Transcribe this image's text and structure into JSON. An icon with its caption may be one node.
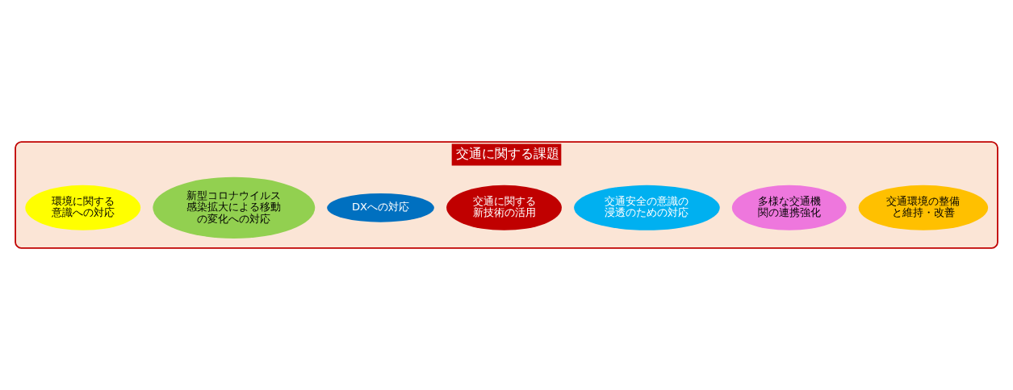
{
  "diagram": {
    "nodes": [
      {
        "text": [
          "交通に関する課題"
        ]
      },
      {
        "text": [
          "交通環境の整備と維持・改善"
        ],
        "in": 0
      },
      {
        "text": [
          "多様な交通機関の連携強化"
        ],
        "in": 0
      },
      {
        "text": [
          "交通安全の意識の浸透のための対応"
        ],
        "in": 0
      },
      {
        "text": [
          "交通に関する新技術の活用"
        ],
        "in": 0
      },
      {
        "text": [
          "DXへの対応"
        ],
        "in": 0
      },
      {
        "text": [
          "新型コロナウイルス感染拡大による移動の変化への対応"
        ],
        "in": 0
      },
      {
        "text": [
          "環境に関する意識への対応"
        ],
        "in": 0
      }
    ],
    "edges": []
  }
}
